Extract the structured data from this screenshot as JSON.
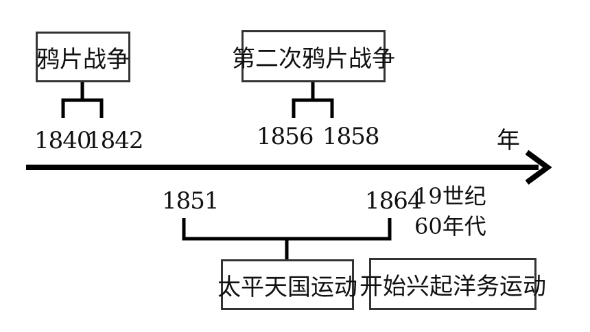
{
  "timeline": {
    "unit": "年",
    "events_above": [
      {
        "label": "鸦片战争",
        "start": "1840",
        "end": "1842"
      },
      {
        "label": "第二次鸦片战争",
        "start": "1856",
        "end": "1858"
      }
    ],
    "events_below": [
      {
        "label": "太平天国运动",
        "start": "1851",
        "end": "1864"
      },
      {
        "label": "开始兴起洋务运动",
        "period_line1": "19世纪",
        "period_line2": "60年代"
      }
    ]
  }
}
